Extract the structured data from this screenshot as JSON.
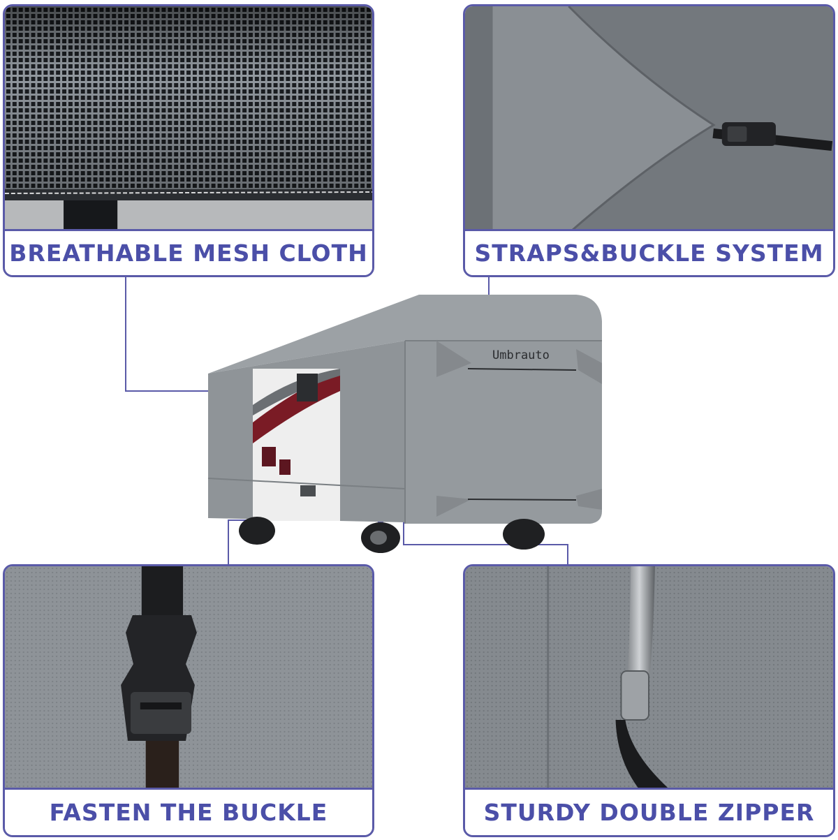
{
  "colors": {
    "accent": "#5a5aa8",
    "caption_text": "#4b4fa8",
    "cover_gray": "#8f9498",
    "rv_red": "#7a1b25"
  },
  "panels": [
    {
      "id": "mesh",
      "caption": "BREATHABLE MESH CLOTH"
    },
    {
      "id": "straps",
      "caption": "STRAPS&BUCKLE SYSTEM"
    },
    {
      "id": "buckle",
      "caption": "FASTEN THE BUCKLE"
    },
    {
      "id": "zipper",
      "caption": "STURDY DOUBLE ZIPPER"
    }
  ],
  "product": {
    "brand": "Umbrauto"
  }
}
